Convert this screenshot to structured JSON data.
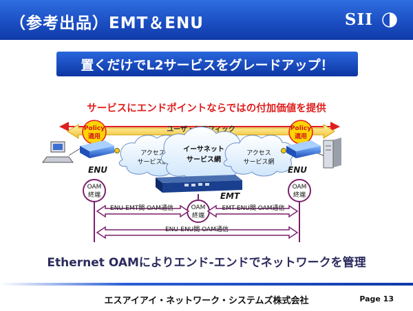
{
  "header": {
    "title": "（参考出品）EMT＆ENU",
    "brand": "SII"
  },
  "subtitle": "置くだけでL2サービスをグレードアップ！",
  "tagline": "サービスにエンドポイントならではの付加価値を提供",
  "diagram": {
    "policy_label": "Policy",
    "policy_sub": "適用",
    "user_traffic": "ユーザ・トラフィック",
    "access_network": {
      "line1": "アクセス",
      "line2": "サービス網"
    },
    "ethernet_network": {
      "line1": "イーサネット",
      "line2": "サービス網"
    },
    "enu_label": "ENU",
    "emt_label": "EMT",
    "oam_label": "OAM",
    "oam_sub": "終端",
    "enu_emt_comm": "ENU-EMT間 OAM通信",
    "emt_enu_comm": "EMT-ENU間 OAM通信",
    "enu_enu_comm": "ENU-ENU間 OAM通信"
  },
  "summary": "Ethernet OAMによりエンド-エンドでネットワークを管理",
  "footer": {
    "company": "エスアイアイ・ネットワーク・システムズ株式会社",
    "page": "Page 13"
  },
  "colors": {
    "header_blue": "#1c4fc4",
    "accent_red": "#e01e1e",
    "oam_purple": "#7a1f6a",
    "policy_yellow": "#ffd400"
  }
}
